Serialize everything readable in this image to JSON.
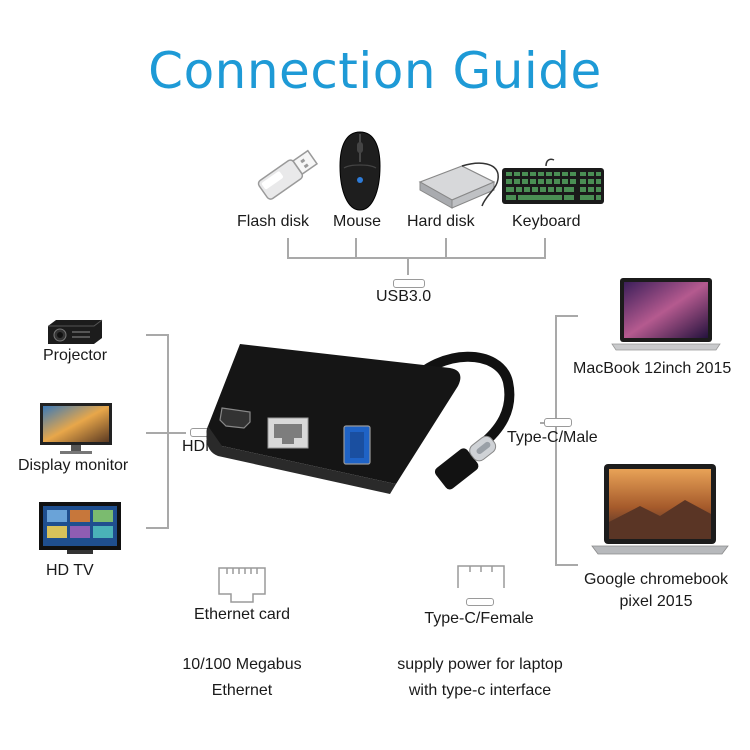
{
  "title": "Connection Guide",
  "top_devices": {
    "flash_disk": "Flash disk",
    "mouse": "Mouse",
    "hard_disk": "Hard disk",
    "keyboard": "Keyboard"
  },
  "usb_label": "USB3.0",
  "left_devices": {
    "projector": "Projector",
    "display_monitor": "Display monitor",
    "hd_tv": "HD TV"
  },
  "hdmi_label": "HDMI",
  "right_devices": {
    "macbook": "MacBook 12inch 2015",
    "chromebook_line1": "Google chromebook",
    "chromebook_line2": "pixel 2015"
  },
  "typec_male_label": "Type-C/Male",
  "ethernet": {
    "card_label": "Ethernet card",
    "line1": "10/100 Megabus",
    "line2": "Ethernet"
  },
  "typec_female": {
    "label": "Type-C/Female",
    "line1": "supply power for laptop",
    "line2": "with type-c interface"
  },
  "colors": {
    "title": "#1e9ad6",
    "lines": "#a9a9a9",
    "hub_body": "#111111",
    "usb_port_blue": "#1f63c6"
  }
}
